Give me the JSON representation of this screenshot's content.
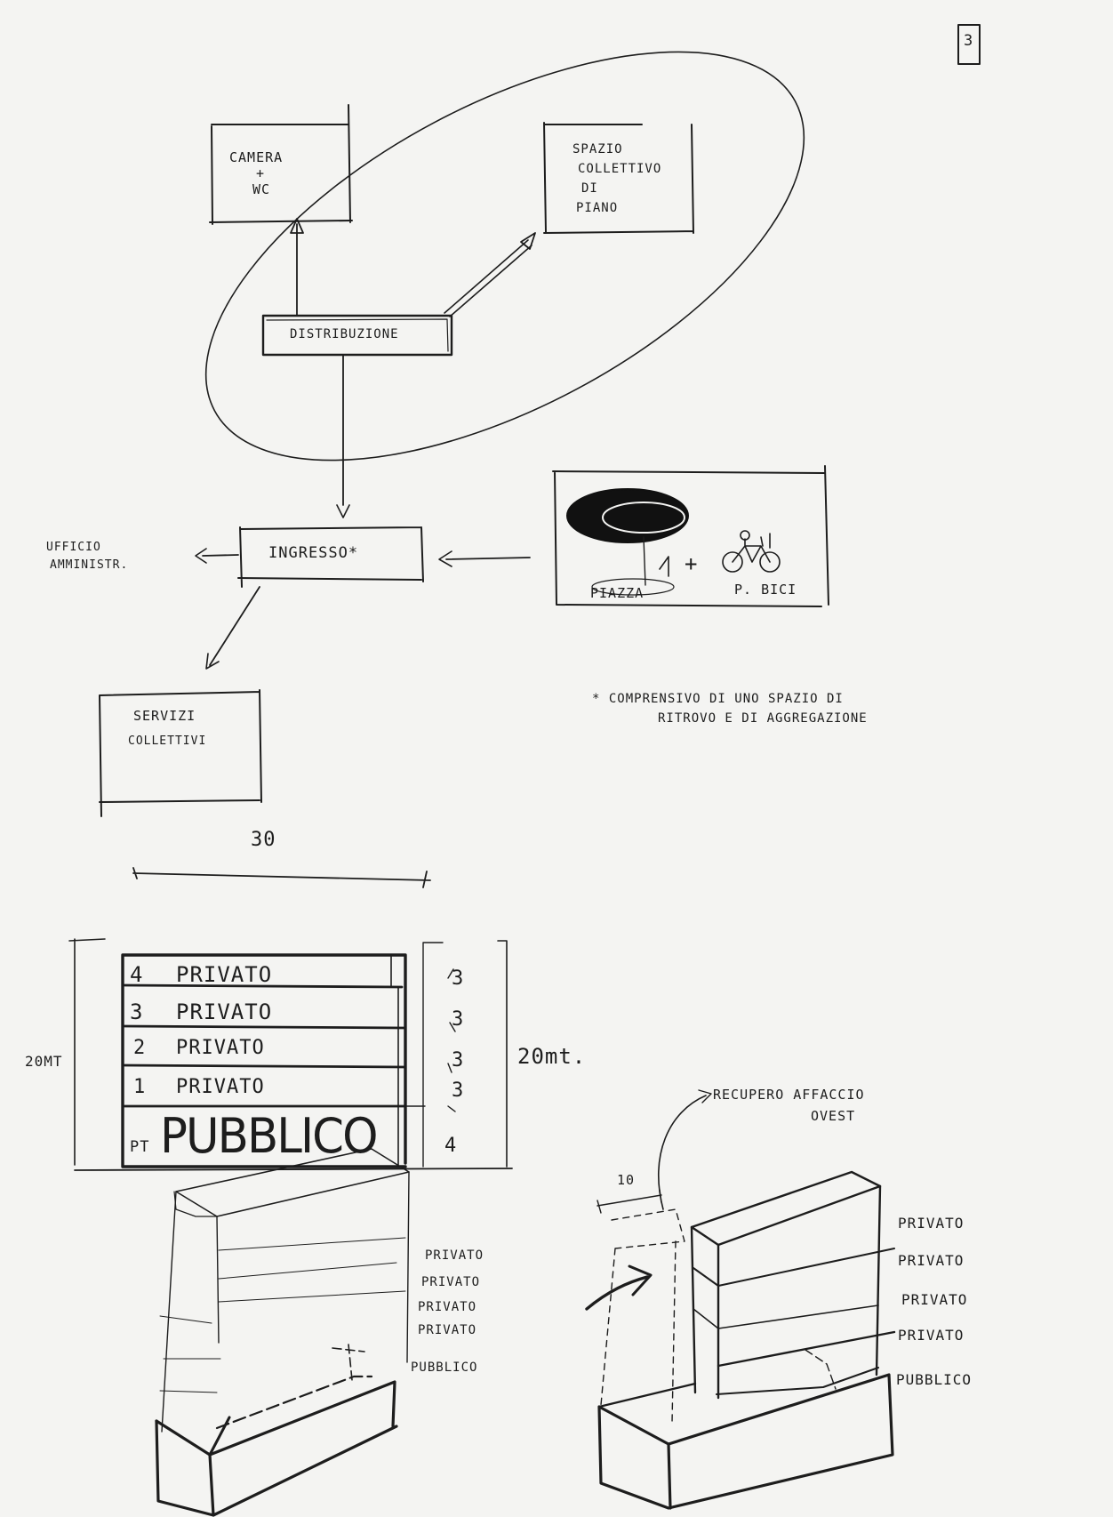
{
  "page_number": "3",
  "diagram": {
    "camera": {
      "line1": "CAMERA",
      "plus": "+",
      "line2": "WC"
    },
    "spazio_collettivo": {
      "line1": "SPAZIO",
      "line2": "COLLETTIVO",
      "line3": "DI",
      "line4": "PIANO"
    },
    "distribuzione": "DISTRIBUZIONE",
    "ingresso": "INGRESSO*",
    "ufficio": {
      "line1": "UFFICIO",
      "line2": "AMMINISTR."
    },
    "servizi": {
      "line1": "SERVIZI",
      "line2": "COLLETTIVI"
    },
    "piazza": {
      "label": "PIAZZA",
      "plus": "+",
      "bici": "P. BICI"
    },
    "footnote": {
      "line1": "* COMPRENSIVO DI UNO SPAZIO DI",
      "line2": "RITROVO E DI AGGREGAZIONE"
    }
  },
  "scale_label": "30",
  "section": {
    "height_left": "20MT",
    "height_right": "20mt.",
    "floors": [
      {
        "num": "4",
        "label": "PRIVATO",
        "height": "3"
      },
      {
        "num": "3",
        "label": "PRIVATO",
        "height": "3"
      },
      {
        "num": "2",
        "label": "PRIVATO",
        "height": "3"
      },
      {
        "num": "1",
        "label": "PRIVATO",
        "height": "3"
      },
      {
        "num": "PT",
        "label": "PUBBLICO",
        "height": "4"
      }
    ]
  },
  "axo_left": {
    "labels": [
      "PRIVATO",
      "PRIVATO",
      "PRIVATO",
      "PRIVATO",
      "PUBBLICO"
    ]
  },
  "axo_right": {
    "annotation": {
      "line1": "RECUPERO AFFACCIO",
      "line2": "OVEST"
    },
    "dim": "10",
    "labels": [
      "PRIVATO",
      "PRIVATO",
      "PRIVATO",
      "PRIVATO",
      "PUBBLICO"
    ]
  }
}
